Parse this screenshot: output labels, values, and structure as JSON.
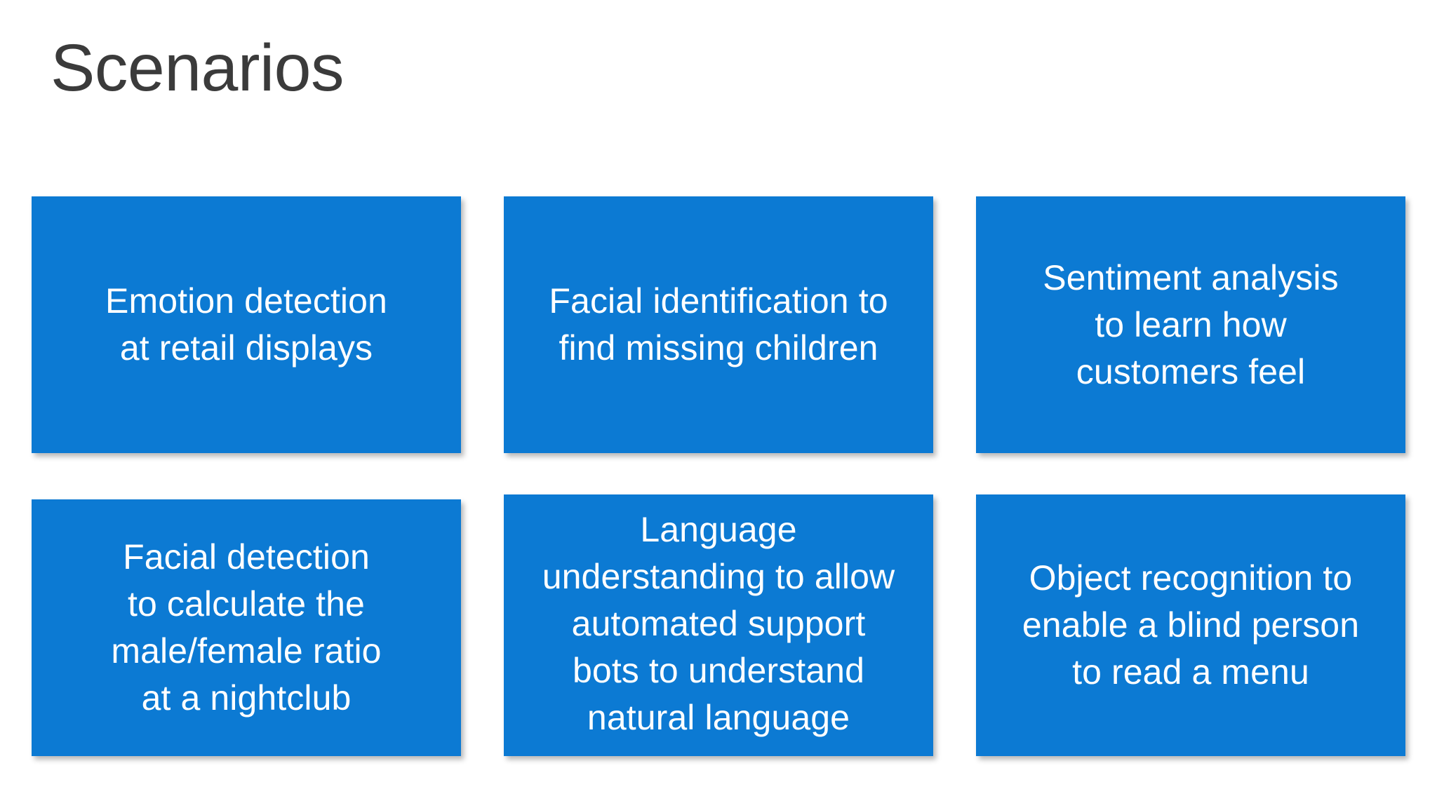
{
  "slide": {
    "title": "Scenarios",
    "background_color": "#ffffff",
    "title_color": "#3b3b3b",
    "card_color": "#0c7ad3",
    "card_text_color": "#ffffff"
  },
  "cards": [
    {
      "id": "emotion-detection",
      "text": "Emotion detection\nat retail displays",
      "lines": [
        "Emotion detection",
        "at retail displays"
      ]
    },
    {
      "id": "facial-identification",
      "text": "Facial identification to\nfind missing children",
      "lines": [
        "Facial identification to",
        "find missing children"
      ]
    },
    {
      "id": "sentiment-analysis",
      "text": "Sentiment analysis\nto learn how\ncustomers feel",
      "lines": [
        "Sentiment analysis",
        "to learn how",
        "customers feel"
      ]
    },
    {
      "id": "facial-detection",
      "text": "Facial detection\nto calculate the\nmale/female ratio\nat a nightclub",
      "lines": [
        "Facial detection",
        "to calculate the",
        "male/female ratio",
        "at a nightclub"
      ]
    },
    {
      "id": "language-understanding",
      "text": "Language\nunderstanding to allow\nautomated support\nbots to understand\nnatural language",
      "lines": [
        "Language",
        "understanding to allow",
        "automated support",
        "bots to understand",
        "natural language"
      ]
    },
    {
      "id": "object-recognition",
      "text": "Object recognition to\nenable a blind person\nto read a menu",
      "lines": [
        "Object recognition to",
        "enable a blind person",
        "to read a menu"
      ]
    }
  ]
}
